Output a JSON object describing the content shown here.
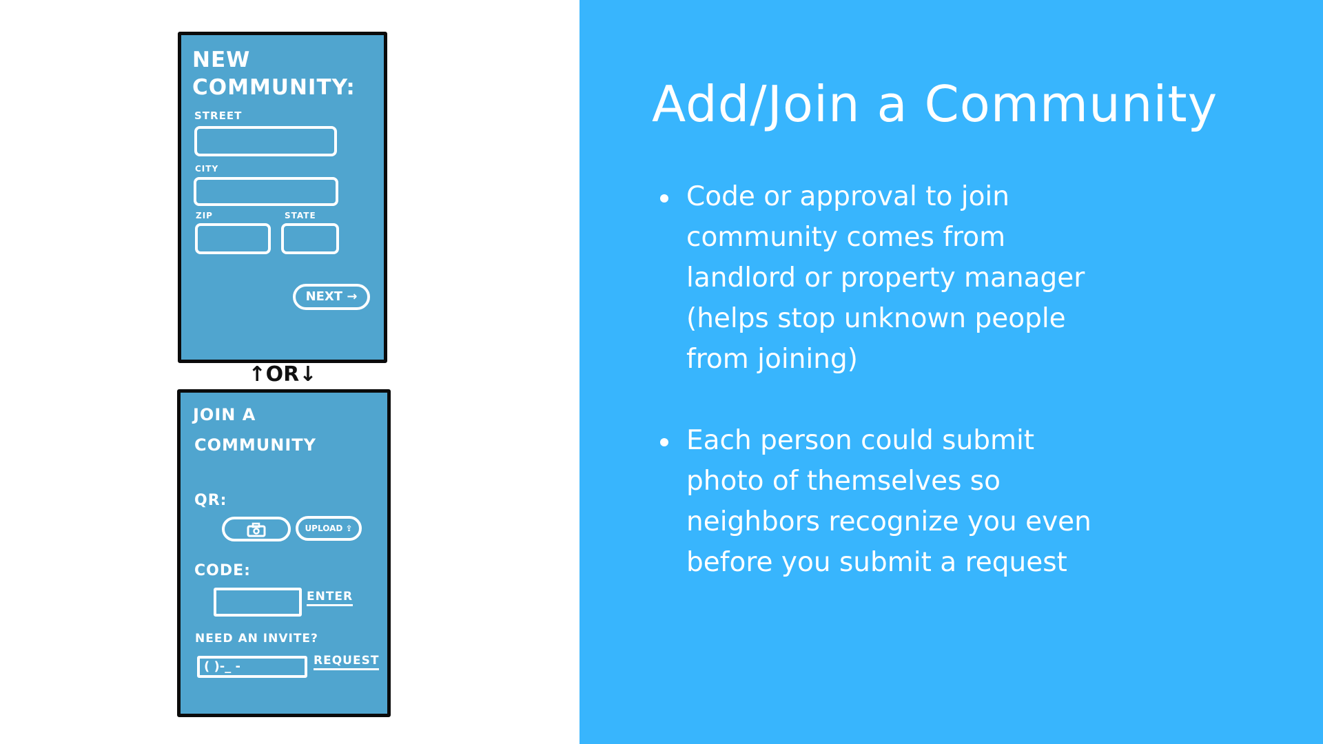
{
  "sketch": {
    "new_community": {
      "title_line1": "NEW",
      "title_line2": "COMMUNITY:",
      "street_label": "STREET",
      "city_label": "CITY",
      "zip_label": "ZIP",
      "state_label": "STATE",
      "next_button": "NEXT →"
    },
    "divider": "↑OR↓",
    "join_community": {
      "title_line1": "JOIN A",
      "title_line2": "COMMUNITY",
      "qr_label": "QR:",
      "camera_icon": "camera-icon",
      "upload_button": "UPLOAD ⇪",
      "code_label": "CODE:",
      "enter_button": "ENTER",
      "invite_label": "NEED AN INVITE?",
      "phone_placeholder": "( )-_ -",
      "request_button": "REQUEST"
    }
  },
  "slide": {
    "title": "Add/Join a Community",
    "bullets": [
      "Code or approval to join community comes from landlord or property manager (helps stop unknown people from joining)",
      "Each person could submit photo of themselves so neighbors recognize you even before you submit a request"
    ]
  },
  "colors": {
    "panel_background": "#38b5fd",
    "sketch_screen": "#50a5cf",
    "sketch_border": "#0b0b0b",
    "text": "#ffffff"
  }
}
